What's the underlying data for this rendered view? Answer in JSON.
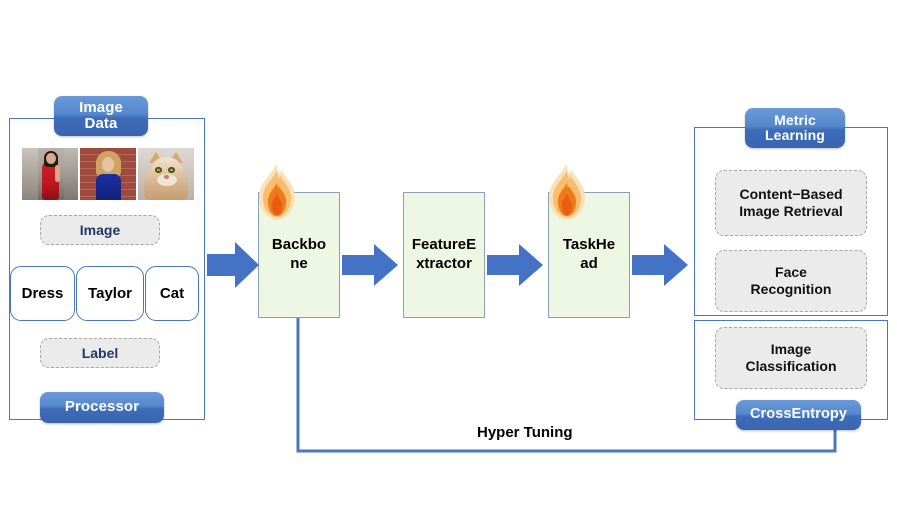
{
  "diagram": {
    "title": "Model training pipeline overview",
    "colors": {
      "badge_blue_top": "#6a9ad8",
      "badge_blue_bottom": "#3965b0",
      "panel_border": "#4a77c0",
      "arrow_blue": "#4472c4",
      "block_green": "#eef7e4",
      "block_border": "#8aa0b8",
      "tag_gray": "#ebebeb",
      "tag_border": "#a8a8a8",
      "tag_text_blue": "#1f3864",
      "flame_orange": "#f07818",
      "feedback_line": "#4a77c0"
    }
  },
  "left_panel": {
    "top_badge": "Image\nData",
    "top_badge_line1": "Image",
    "top_badge_line2": "Data",
    "bottom_badge": "Processor",
    "thumbnails": [
      {
        "name": "woman-red-dress-photo",
        "alt": "Woman in red dress on a street"
      },
      {
        "name": "blonde-woman-blue-top-photo",
        "alt": "Blonde woman in blue top against brick wall"
      },
      {
        "name": "ginger-cat-photo",
        "alt": "Ginger and white cat"
      }
    ],
    "image_tag": "Image",
    "label_tag": "Label",
    "label_chips": [
      "Dress",
      "Taylor",
      "Cat"
    ]
  },
  "pipeline": {
    "blocks": [
      {
        "name": "backbone",
        "label": "Backbo\nne",
        "line1": "Backbo",
        "line2": "ne",
        "flame": true
      },
      {
        "name": "feature-extractor",
        "label": "FeatureE\nxtractor",
        "line1": "FeatureE",
        "line2": "xtractor",
        "flame": false
      },
      {
        "name": "task-head",
        "label": "TaskHe\nad",
        "line1": "TaskHe",
        "line2": "ad",
        "flame": true
      }
    ],
    "arrow_count": 4,
    "flame_icon_name": "flame-icon"
  },
  "right_panel": {
    "metric_badge_line1": "Metric",
    "metric_badge_line2": "Learning",
    "crossentropy_badge": "CrossEntropy",
    "metric_tasks": [
      {
        "line1": "Content−Based",
        "line2": "Image Retrieval"
      },
      {
        "line1": "Face",
        "line2": "Recognition"
      }
    ],
    "classification_task": {
      "line1": "Image",
      "line2": "Classification"
    }
  },
  "feedback": {
    "label": "Hyper Tuning"
  }
}
